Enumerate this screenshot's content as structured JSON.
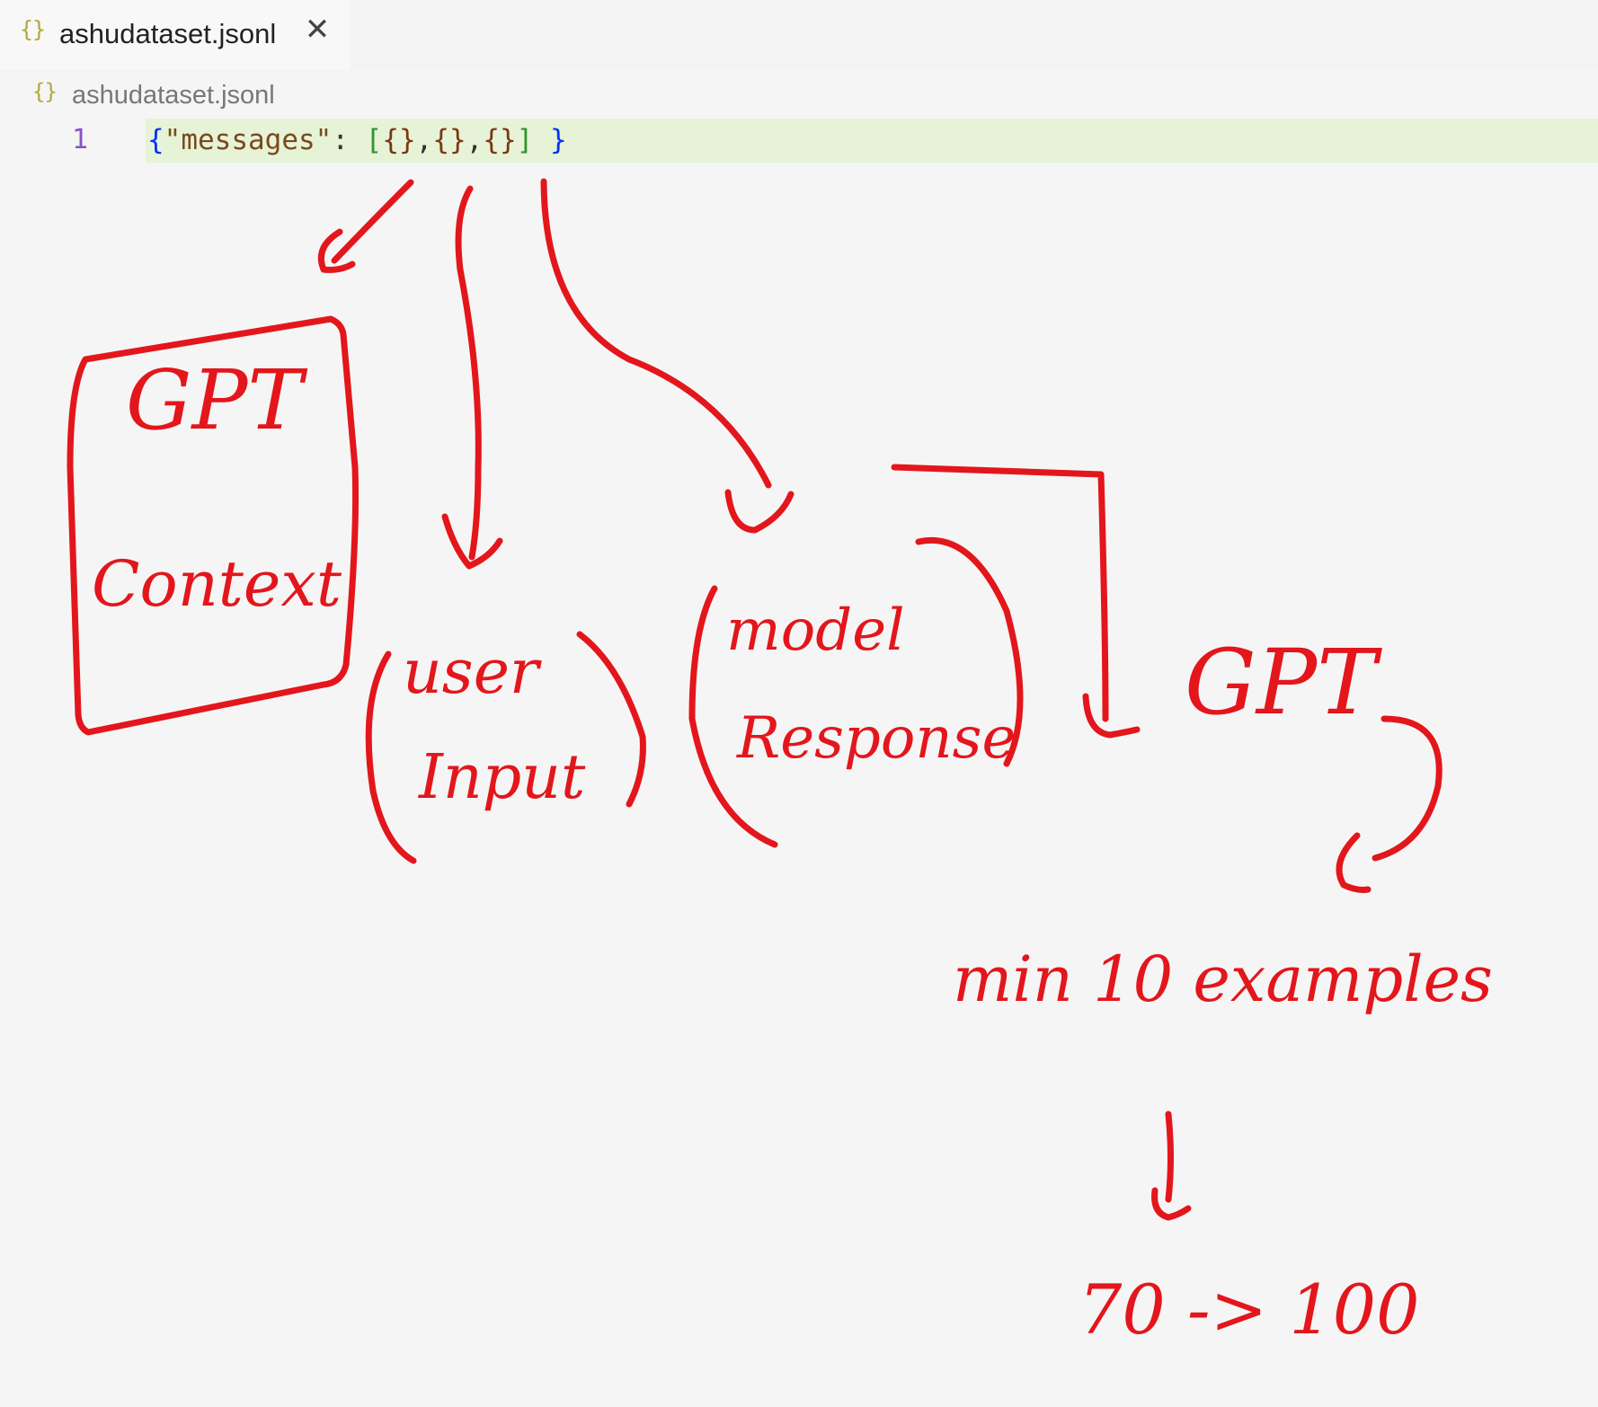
{
  "tab": {
    "icon": "{}",
    "title": "ashudataset.jsonl",
    "close_glyph": "✕"
  },
  "breadcrumb": {
    "icon": "{}",
    "label": "ashudataset.jsonl"
  },
  "editor": {
    "line_number": "1",
    "code": {
      "open_brace": "{",
      "key": "\"messages\"",
      "colon": ": ",
      "open_bracket": "[",
      "obj1": "{}",
      "comma1": ",",
      "obj2": "{}",
      "comma2": ",",
      "obj3": "{}",
      "close_bracket": "]",
      "space": " ",
      "close_brace": "}"
    }
  },
  "annotations": {
    "ink_color": "#e3161c",
    "gpt_context_line1": "GPT",
    "gpt_context_line2": "Context",
    "user_input_line1": "user",
    "user_input_line2": "Input",
    "model_response_line1": "model",
    "model_response_line2": "Response",
    "gpt_label": "GPT",
    "min_examples": "min 10 examples",
    "range": "70 -> 100"
  }
}
